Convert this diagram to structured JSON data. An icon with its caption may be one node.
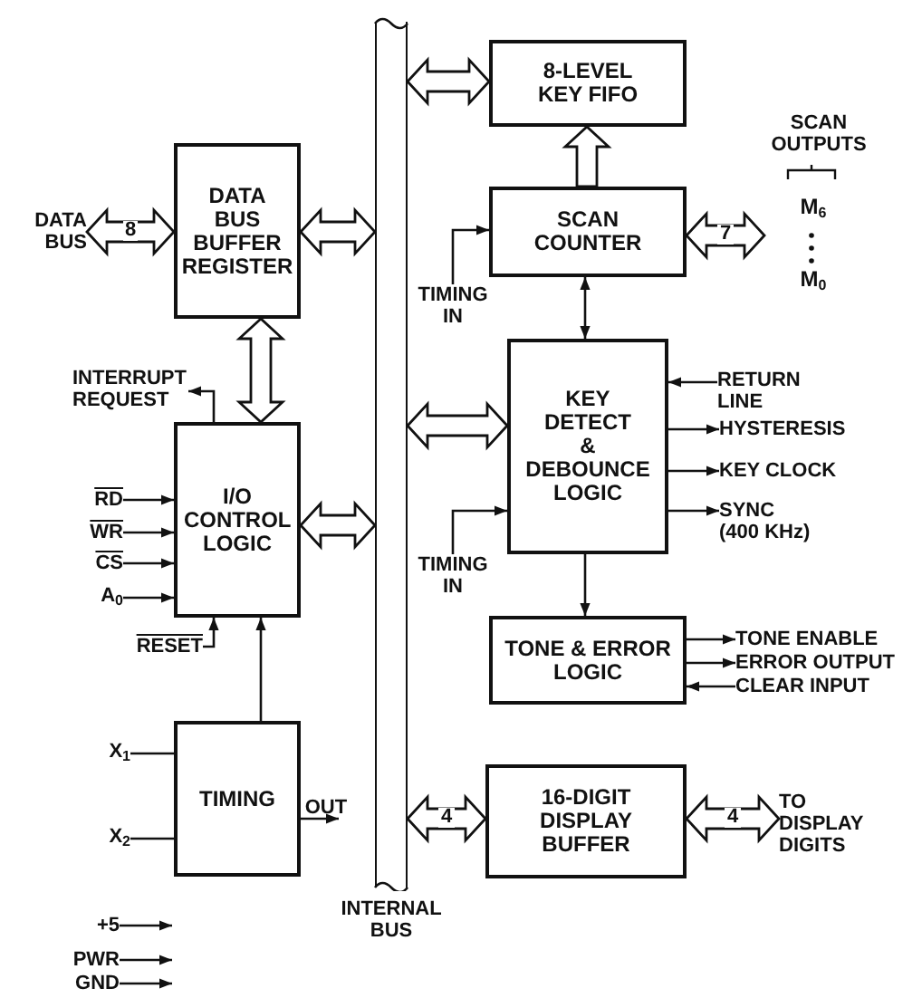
{
  "diagram": {
    "nodes": [
      {
        "text": [
          "INTERNAL BUS"
        ]
      },
      {
        "text": [
          "DATA BUS BUFFER REGISTER"
        ]
      },
      {
        "text": [
          "I/O CONTROL LOGIC"
        ]
      },
      {
        "text": [
          "TIMING"
        ]
      },
      {
        "text": [
          "8-LEVEL KEY FIFO"
        ]
      },
      {
        "text": [
          "SCAN COUNTER"
        ]
      },
      {
        "text": [
          "KEY DETECT & DEBOUNCE LOGIC"
        ]
      },
      {
        "text": [
          "TONE & ERROR LOGIC"
        ]
      },
      {
        "text": [
          "16-DIGIT DISPLAY BUFFER"
        ]
      },
      {
        "text": [
          "DATA BUS"
        ]
      },
      {
        "text": [
          "INTERRUPT REQUEST"
        ]
      },
      {
        "text": [
          "RD"
        ]
      },
      {
        "text": [
          "WR"
        ]
      },
      {
        "text": [
          "CS"
        ]
      },
      {
        "text": [
          "A$_{0}$"
        ]
      },
      {
        "text": [
          "RESET"
        ]
      },
      {
        "text": [
          "X$_{1}$"
        ]
      },
      {
        "text": [
          "X$_{2}$"
        ]
      },
      {
        "text": [
          "OUT"
        ]
      },
      {
        "text": [
          "+5"
        ]
      },
      {
        "text": [
          "PWR"
        ]
      },
      {
        "text": [
          "GND"
        ]
      },
      {
        "text": [
          "SCAN OUTPUTS",
          "M$_{6}$",
          "M$_{0}$"
        ]
      },
      {
        "text": [
          "TIMING IN"
        ]
      },
      {
        "text": [
          "TIMING IN"
        ]
      },
      {
        "text": [
          "RETURN LINE"
        ]
      },
      {
        "text": [
          "HYSTERESIS"
        ]
      },
      {
        "text": [
          "KEY CLOCK"
        ]
      },
      {
        "text": [
          "SYNC (400 KHz)"
        ]
      },
      {
        "text": [
          "TONE ENABLE"
        ]
      },
      {
        "text": [
          "ERROR OUTPUT"
        ]
      },
      {
        "text": [
          "CLEAR INPUT"
        ]
      },
      {
        "text": [
          "TO DISPLAY DIGITS"
        ]
      }
    ],
    "edges": [
      {
        "from": 9,
        "to": 1,
        "arrow": "both",
        "label": "8",
        "style": "thick"
      },
      {
        "from": 1,
        "to": 0,
        "arrow": "both",
        "style": "thick"
      },
      {
        "from": 1,
        "to": 2,
        "arrow": "both",
        "style": "thick"
      },
      {
        "from": 2,
        "to": 10,
        "arrow": "to"
      },
      {
        "from": 11,
        "to": 2,
        "arrow": "to"
      },
      {
        "from": 12,
        "to": 2,
        "arrow": "to"
      },
      {
        "from": 13,
        "to": 2,
        "arrow": "to"
      },
      {
        "from": 14,
        "to": 2,
        "arrow": "to"
      },
      {
        "from": 15,
        "to": 2,
        "arrow": "to"
      },
      {
        "from": 2,
        "to": 0,
        "arrow": "both",
        "style": "thick"
      },
      {
        "from": 3,
        "to": 2,
        "arrow": "to"
      },
      {
        "from": 16,
        "to": 3,
        "arrow": "none"
      },
      {
        "from": 17,
        "to": 3,
        "arrow": "none"
      },
      {
        "from": 3,
        "to": 18,
        "arrow": "to"
      },
      {
        "from": 19,
        "to": null,
        "arrow": "to"
      },
      {
        "from": 20,
        "to": null,
        "arrow": "to"
      },
      {
        "from": 21,
        "to": null,
        "arrow": "to"
      },
      {
        "from": 0,
        "to": 4,
        "arrow": "both",
        "style": "thick"
      },
      {
        "from": 5,
        "to": 4,
        "arrow": "to",
        "style": "thick"
      },
      {
        "from": 5,
        "to": 22,
        "arrow": "both",
        "label": "7",
        "style": "thick"
      },
      {
        "from": 23,
        "to": 5,
        "arrow": "to"
      },
      {
        "from": 5,
        "to": 6,
        "arrow": "both"
      },
      {
        "from": 0,
        "to": 6,
        "arrow": "both",
        "style": "thick"
      },
      {
        "from": 24,
        "to": 6,
        "arrow": "to"
      },
      {
        "from": 25,
        "to": 6,
        "arrow": "to"
      },
      {
        "from": 6,
        "to": 26,
        "arrow": "to"
      },
      {
        "from": 6,
        "to": 27,
        "arrow": "to"
      },
      {
        "from": 6,
        "to": 28,
        "arrow": "to"
      },
      {
        "from": 6,
        "to": 7,
        "arrow": "to"
      },
      {
        "from": 7,
        "to": 29,
        "arrow": "to"
      },
      {
        "from": 7,
        "to": 30,
        "arrow": "to"
      },
      {
        "from": 31,
        "to": 7,
        "arrow": "to"
      },
      {
        "from": 0,
        "to": 8,
        "arrow": "both",
        "label": "4",
        "style": "thick"
      },
      {
        "from": 8,
        "to": 32,
        "arrow": "both",
        "label": "4",
        "style": "thick"
      }
    ]
  }
}
